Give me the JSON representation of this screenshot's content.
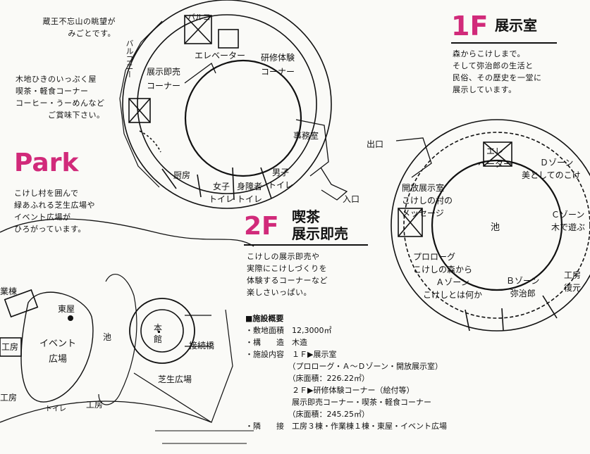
{
  "left_notes": {
    "view": [
      "蔵王不忘山の眺望が",
      "みごとです。"
    ],
    "cafe": [
      "木地ひきのいっぷく屋",
      "喫茶・軽食コーナー",
      "コーヒー・うーめんなど",
      "ご賞味下さい。"
    ]
  },
  "floor2_labels": {
    "balcony_top": "バルコ",
    "balcony_left": "バルコニー",
    "elevator": "エレベーター",
    "training": [
      "研修体験",
      "コーナー"
    ],
    "sales": [
      "展示即売",
      "コーナー"
    ],
    "office": "事務室",
    "kitchen": "厨房",
    "women": [
      "女子",
      "トイレ"
    ],
    "disabled": [
      "身障者",
      "トイレ"
    ],
    "men": [
      "男子",
      "トイレ"
    ],
    "entrance": "入口"
  },
  "park": {
    "title": "Park",
    "desc": [
      "こけし村を囲んで",
      "緑あふれる芝生広場や",
      "イベント広場が",
      "ひろがっています。"
    ]
  },
  "map_labels": {
    "workshop_bldg": "業棟",
    "azumaya": "東屋",
    "workshop1": "工房",
    "event": [
      "イベント",
      "広場"
    ],
    "pond": "池",
    "main": [
      "本",
      "館"
    ],
    "connector": "接続橋",
    "lawn": "芝生広場",
    "workshop2": "工房",
    "workshop3": "工房",
    "toilet": "トイレ"
  },
  "floor2_section": {
    "prefix": "2F",
    "title": [
      "喫茶",
      "展示即売"
    ],
    "desc": [
      "こけしの展示即売や",
      "実際にこけしづくりを",
      "体験するコーナーなど",
      "楽しさいっぱい。"
    ]
  },
  "facility": {
    "heading": "■施設概要",
    "rows": [
      "・敷地面積　12,3000㎡",
      "・構　　造　木造",
      "・施設内容　１Ｆ▶展示室",
      "　　　　　　（プロローグ・Ａ～Ｄゾーン・開放展示室）",
      "　　　　　　（床面積：226.22㎡）",
      "　　　　　　２Ｆ▶研修体験コーナー（絵付等）",
      "　　　　　　展示即売コーナー・喫茶・軽食コーナー",
      "　　　　　　（床面積：245.25㎡）",
      "・隣　　接　工房３棟・作業棟１棟・東屋・イベント広場"
    ]
  },
  "floor1_section": {
    "prefix": "1F",
    "title": "展示室",
    "desc": [
      "森からこけしまで。",
      "そして弥治郎の生活と",
      "民俗、その歴史を一堂に",
      "展示しています。"
    ]
  },
  "floor1_labels": {
    "exit": "出口",
    "elevator": [
      "エレ",
      "ベーター"
    ],
    "zone_d": [
      "Ｄゾーン",
      "美としてのこけ"
    ],
    "open_room": [
      "開放展示室",
      "こけしの村の",
      "メッセージ"
    ],
    "pond": "池",
    "zone_c": [
      "Ｃゾーン",
      "木で遊ぶ"
    ],
    "prologue": [
      "プロローグ",
      "こけしの森から"
    ],
    "zone_a": [
      "Ａゾーン",
      "こけしとは何か"
    ],
    "zone_b": [
      "Ｂゾーン",
      "弥治郎"
    ],
    "restore": [
      "工房",
      "復元"
    ]
  }
}
